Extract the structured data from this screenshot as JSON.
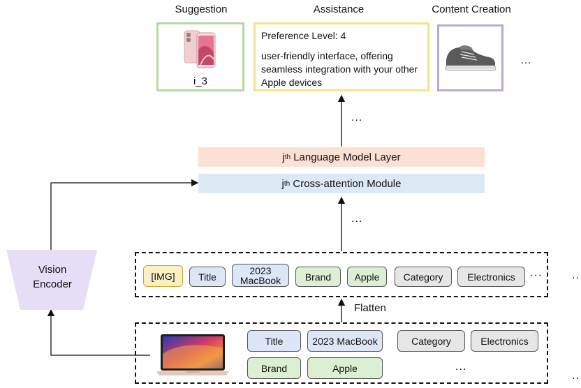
{
  "outputs": {
    "suggestion": {
      "title": "Suggestion",
      "item_label": "i_3",
      "border_color": "#b8d8a0"
    },
    "assistance": {
      "title": "Assistance",
      "preference": "Preference Level: 4",
      "text": "user-friendly interface, offering seamless integration with your other Apple devices",
      "border_color": "#f3e28e"
    },
    "content_creation": {
      "title": "Content Creation",
      "border_color": "#b9a8d8"
    },
    "more": "…"
  },
  "layers": {
    "language_model": {
      "prefix": "j",
      "sup": "th",
      "label": " Language Model Layer",
      "color": "#fbe0d3"
    },
    "cross_attention": {
      "prefix": "j",
      "sup": "th",
      "label": " Cross-attention Module",
      "color": "#dde8f5"
    },
    "dots_top": "...",
    "dots_bottom": "..."
  },
  "vision_encoder": {
    "label": "Vision Encoder",
    "color": "#e6def7"
  },
  "flatten_label": "Flatten",
  "flattened_tokens": {
    "img": "[IMG]",
    "title": "Title",
    "title_value": "2023 MacBook",
    "brand": "Brand",
    "brand_value": "Apple",
    "category": "Category",
    "category_value": "Electronics",
    "more": "···",
    "outside_dots": ".."
  },
  "input_fields": {
    "title": "Title",
    "title_value": "2023 MacBook",
    "category": "Category",
    "category_value": "Electronics",
    "brand": "Brand",
    "brand_value": "Apple",
    "more": "...",
    "outside_dots": ".."
  },
  "colors": {
    "key_chip": "#dde6f7",
    "value_chip": "#dcefd2",
    "neutral_chip": "#e6e6e6",
    "img_chip": "#fbf0c4"
  }
}
